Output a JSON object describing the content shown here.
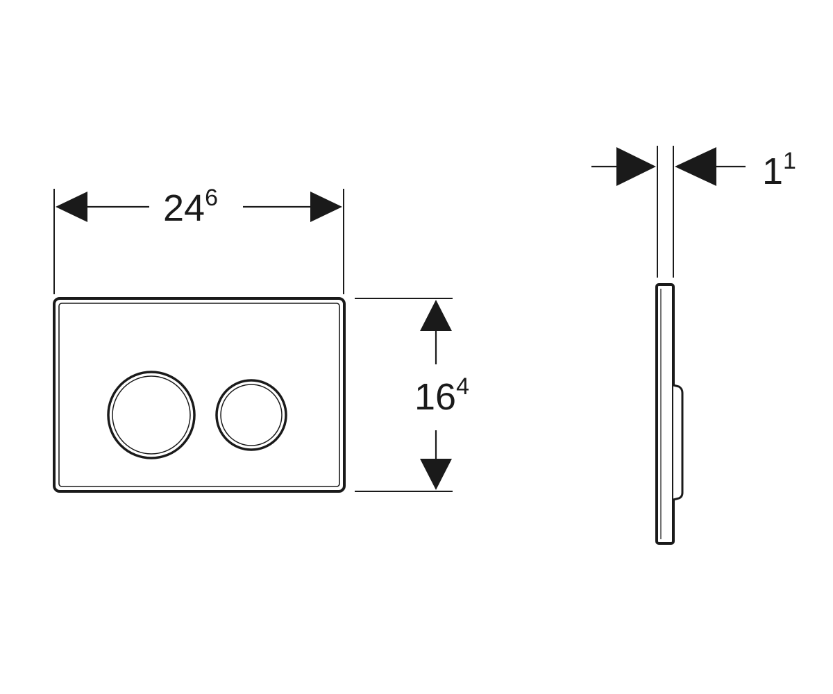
{
  "dimensions": {
    "width": {
      "main": "24",
      "sup": "6"
    },
    "height": {
      "main": "16",
      "sup": "4"
    },
    "depth": {
      "main": "1",
      "sup": "1"
    }
  },
  "colors": {
    "line": "#1a1a1a",
    "background": "#ffffff"
  },
  "parts": {
    "front_view_buttons": 2,
    "side_view": "plate profile"
  }
}
